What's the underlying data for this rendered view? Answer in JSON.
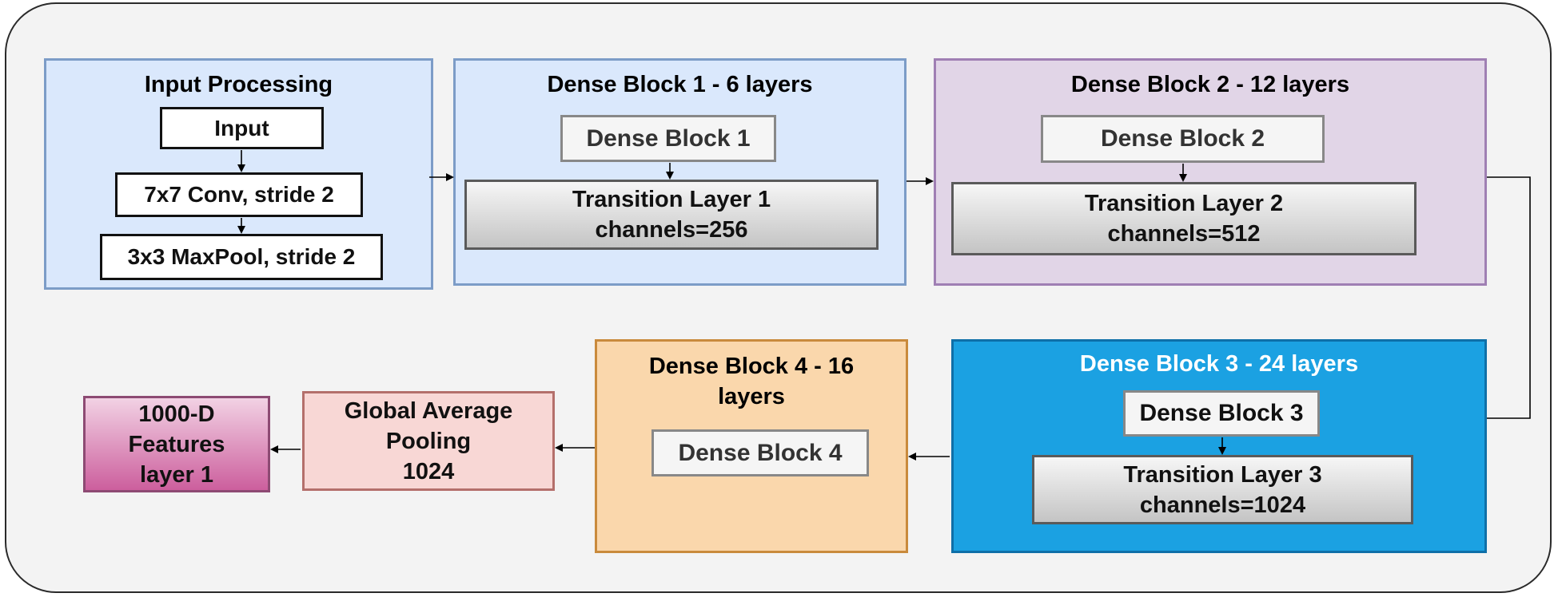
{
  "input_processing": {
    "title": "Input Processing",
    "steps": [
      "Input",
      "7x7 Conv, stride 2",
      "3x3 MaxPool, stride 2"
    ]
  },
  "dense_block_1": {
    "title": "Dense Block 1 - 6 layers",
    "block": "Dense Block 1",
    "transition": "Transition Layer 1\nchannels=256"
  },
  "dense_block_2": {
    "title": "Dense Block 2 - 12 layers",
    "block": "Dense Block 2",
    "transition": "Transition Layer 2\nchannels=512"
  },
  "dense_block_3": {
    "title": "Dense Block 3 - 24 layers",
    "block": "Dense Block 3",
    "transition": "Transition Layer 3\nchannels=1024"
  },
  "dense_block_4": {
    "title": "Dense Block 4 - 16\nlayers",
    "block": "Dense Block 4"
  },
  "pooling": "Global Average\nPooling\n1024",
  "features": "1000-D\nFeatures\nlayer 1",
  "colors": {
    "input_panel": "#dae8fc",
    "dense1_panel": "#dae8fc",
    "dense2_panel": "#e1d5e7",
    "dense3_panel": "#1ba1e2",
    "dense4_panel": "#fad7ac",
    "pooling_box": "#f8d7d5",
    "features_box": "#e6a3c8"
  }
}
